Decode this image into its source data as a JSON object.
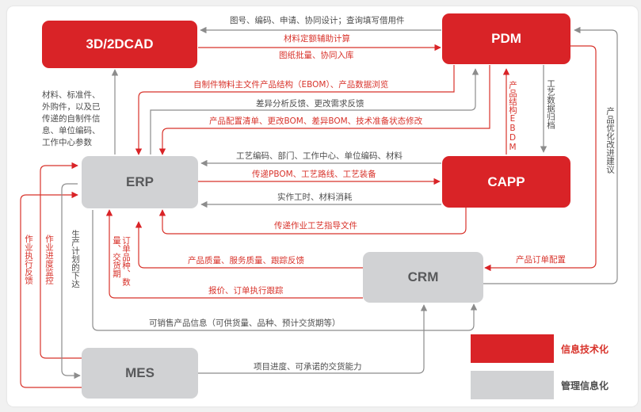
{
  "nodes": {
    "cad": "3D/2DCAD",
    "pdm": "PDM",
    "erp": "ERP",
    "capp": "CAPP",
    "crm": "CRM",
    "mes": "MES"
  },
  "colors": {
    "tech": "#d92327",
    "mgmt": "#d1d2d4",
    "red_line": "#d8332b",
    "gray_line": "#8c8c8c"
  },
  "flows": {
    "pdm_to_cad": "图号、编码、申请、协同设计；查询填写借用件",
    "cad_pdm_1": "材料定额辅助计算",
    "cad_pdm_2": "图纸批量、协同入库",
    "pdm_to_erp_ebom": "自制件物料主文件产品结构（EBOM）、产品数据浏览",
    "erp_to_pdm_feedback": "差异分析反馈、更改需求反馈",
    "pdm_to_erp_config": "产品配置清单、更改BOM、差异BOM、技术准备状态修改",
    "erp_to_cad_params": "材料、标准件、\n外购件，以及已\n传递的自制件信\n息、单位编码、\n工作中心参数",
    "erp_to_capp": "工艺编码、部门、工作中心、单位编码、材料",
    "capp_to_erp_pbom": "传递PBOM、工艺路线、工艺装备",
    "erp_to_capp_actual": "实作工时、材料消耗",
    "capp_to_erp_docs": "传递作业工艺指导文件",
    "capp_to_pdm": "产品结构EBDM",
    "pdm_to_capp": "工艺数据归档",
    "crm_to_pdm": "产品优化改进建议",
    "pdm_to_crm": "产品订单配置",
    "crm_to_erp_quality": "产品质量、服务质量、跟踪反馈",
    "crm_to_erp_quote": "报价、订单执行跟踪",
    "crm_to_erp_order": "订单品种、数量、交货期",
    "erp_to_crm_sellable": "可销售产品信息（可供货量、品种、预计交货期等）",
    "mes_to_crm": "项目进度、可承诺的交货能力",
    "mes_to_erp_exec": "作业执行反馈",
    "mes_to_erp_monitor": "作业进度监控",
    "erp_to_mes_plan": "生产计划的下达"
  },
  "legend": [
    {
      "label": "信息技术化",
      "color": "#d92327",
      "text_color": "#d8332b"
    },
    {
      "label": "管理信息化",
      "color": "#d1d2d4",
      "text_color": "#4d4d4d"
    }
  ]
}
